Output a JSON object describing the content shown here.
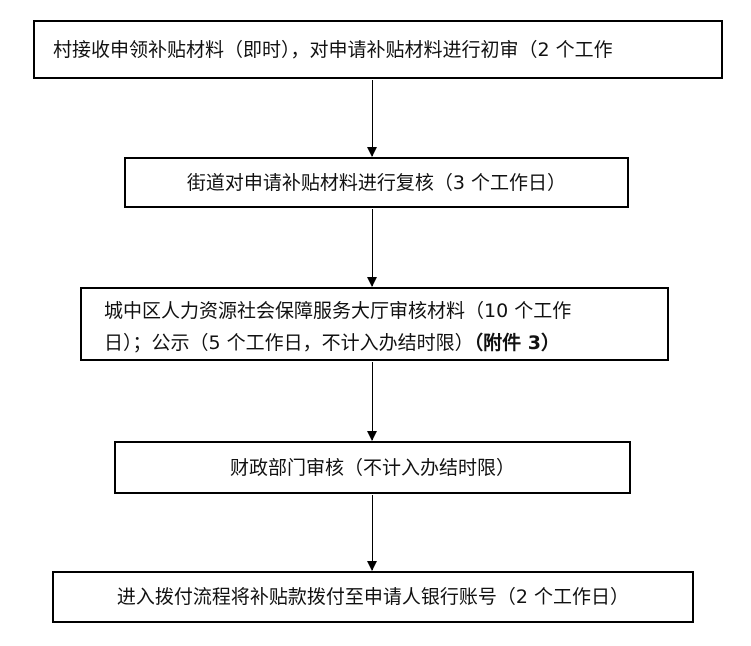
{
  "steps": [
    {
      "text": "村接收申领补贴材料（即时），对申请补贴材料进行初审（2 个工作"
    },
    {
      "text": "街道对申请补贴材料进行复核（3 个工作日）"
    },
    {
      "line1": "城中区人力资源社会保障服务大厅审核材料（10 个工作",
      "line2": "日）；公示（5 个工作日，不计入办结时限）",
      "line2_bold": "（附件 3）"
    },
    {
      "text": "财政部门审核（不计入办结时限）"
    },
    {
      "text": "进入拨付流程将补贴款拨付至申请人银行账号（2 个工作日）"
    }
  ]
}
